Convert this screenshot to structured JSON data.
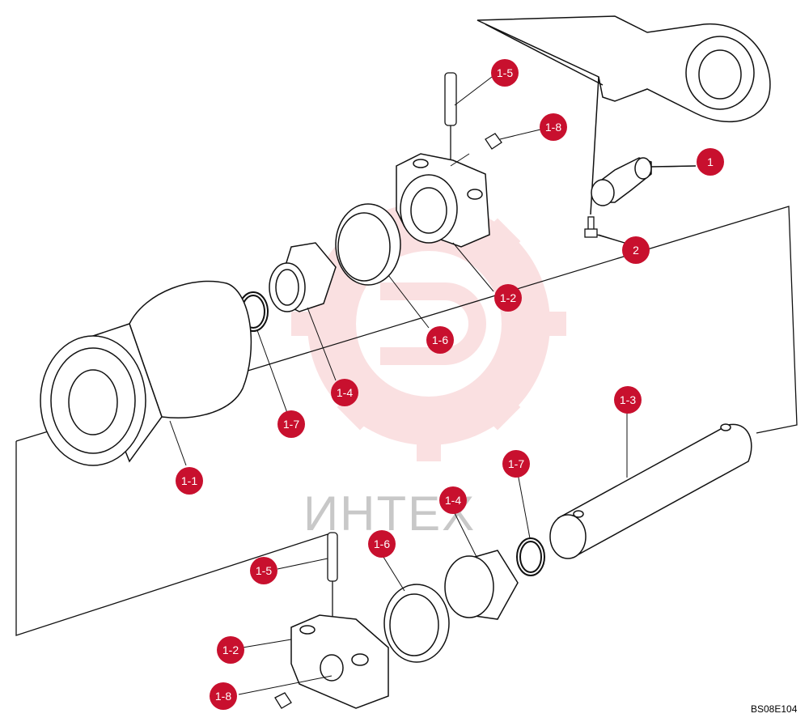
{
  "watermark": {
    "text": "ИНТЕХ"
  },
  "drawing_code": "BS08E104",
  "colors": {
    "callout": "#c8102e",
    "line": "#111111",
    "watermark_gear": "#f6c7c9",
    "watermark_text": "#c8c8c8"
  },
  "callouts": [
    {
      "id": "c-1",
      "label": "1"
    },
    {
      "id": "c-2",
      "label": "2"
    },
    {
      "id": "c-1-5a",
      "label": "1-5"
    },
    {
      "id": "c-1-8a",
      "label": "1-8"
    },
    {
      "id": "c-1-2a",
      "label": "1-2"
    },
    {
      "id": "c-1-6a",
      "label": "1-6"
    },
    {
      "id": "c-1-4a",
      "label": "1-4"
    },
    {
      "id": "c-1-7a",
      "label": "1-7"
    },
    {
      "id": "c-1-1",
      "label": "1-1"
    },
    {
      "id": "c-1-3",
      "label": "1-3"
    },
    {
      "id": "c-1-7b",
      "label": "1-7"
    },
    {
      "id": "c-1-4b",
      "label": "1-4"
    },
    {
      "id": "c-1-6b",
      "label": "1-6"
    },
    {
      "id": "c-1-5b",
      "label": "1-5"
    },
    {
      "id": "c-1-2b",
      "label": "1-2"
    },
    {
      "id": "c-1-8b",
      "label": "1-8"
    }
  ]
}
